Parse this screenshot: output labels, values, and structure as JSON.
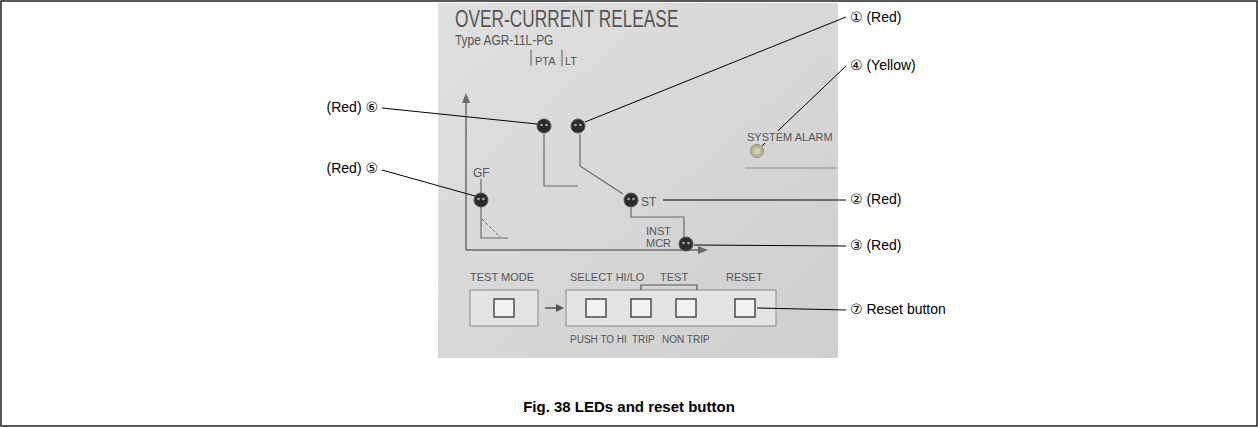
{
  "diagram": {
    "caption": "Fig. 38 LEDs and reset button",
    "nodes": [
      {
        "text": [
          "OVER-CURRENT RELEASE",
          "Type AGR-11L-PG",
          "PTA",
          "LT",
          "SYSTEM ALARM",
          "GF",
          "ST",
          "INST MCR",
          "TEST MODE",
          "SELECT HI/LO",
          "TEST",
          "RESET",
          "PUSH TO HI",
          "TRIP",
          "NON TRIP"
        ]
      }
    ],
    "labels": [
      "① (Red)",
      "④ (Yellow)",
      "② (Red)",
      "③ (Red)",
      "⑦ Reset button",
      "(Red) ⑥",
      "(Red) ⑤"
    ]
  }
}
